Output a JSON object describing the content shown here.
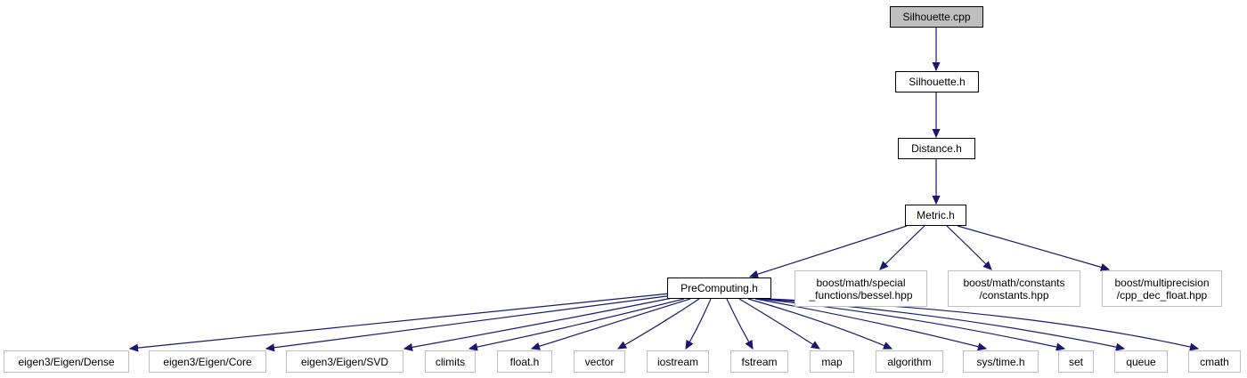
{
  "colors": {
    "edge": "#191970",
    "local_border": "#000000",
    "system_border": "#c0c0c0",
    "root_fill": "#bfbfbf"
  },
  "nodes": {
    "root": {
      "label": "Silhouette.cpp"
    },
    "silhouette_h": {
      "label": "Silhouette.h"
    },
    "distance_h": {
      "label": "Distance.h"
    },
    "metric_h": {
      "label": "Metric.h"
    },
    "precomputing_h": {
      "label": "PreComputing.h"
    },
    "bessel": {
      "line1": "boost/math/special",
      "line2": "_functions/bessel.hpp"
    },
    "constants": {
      "line1": "boost/math/constants",
      "line2": "/constants.hpp"
    },
    "cpp_dec_float": {
      "line1": "boost/multiprecision",
      "line2": "/cpp_dec_float.hpp"
    },
    "eigen_dense": {
      "label": "eigen3/Eigen/Dense"
    },
    "eigen_core": {
      "label": "eigen3/Eigen/Core"
    },
    "eigen_svd": {
      "label": "eigen3/Eigen/SVD"
    },
    "climits": {
      "label": "climits"
    },
    "float_h": {
      "label": "float.h"
    },
    "vector": {
      "label": "vector"
    },
    "iostream": {
      "label": "iostream"
    },
    "fstream": {
      "label": "fstream"
    },
    "map": {
      "label": "map"
    },
    "algorithm": {
      "label": "algorithm"
    },
    "sys_time": {
      "label": "sys/time.h"
    },
    "set": {
      "label": "set"
    },
    "queue": {
      "label": "queue"
    },
    "cmath": {
      "label": "cmath"
    }
  }
}
